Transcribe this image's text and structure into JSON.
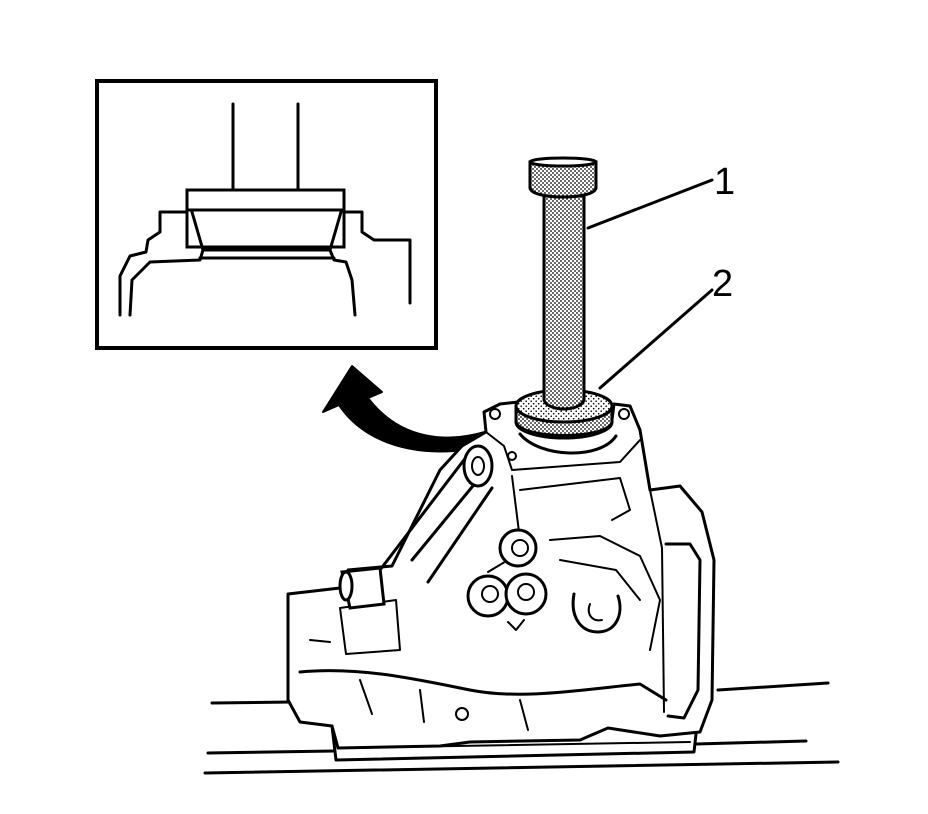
{
  "callouts": [
    {
      "id": "1",
      "label": "1"
    },
    {
      "id": "2",
      "label": "2"
    }
  ],
  "colors": {
    "line": "#000000",
    "background": "#ffffff",
    "tool_fill": "#8a8a8a"
  }
}
